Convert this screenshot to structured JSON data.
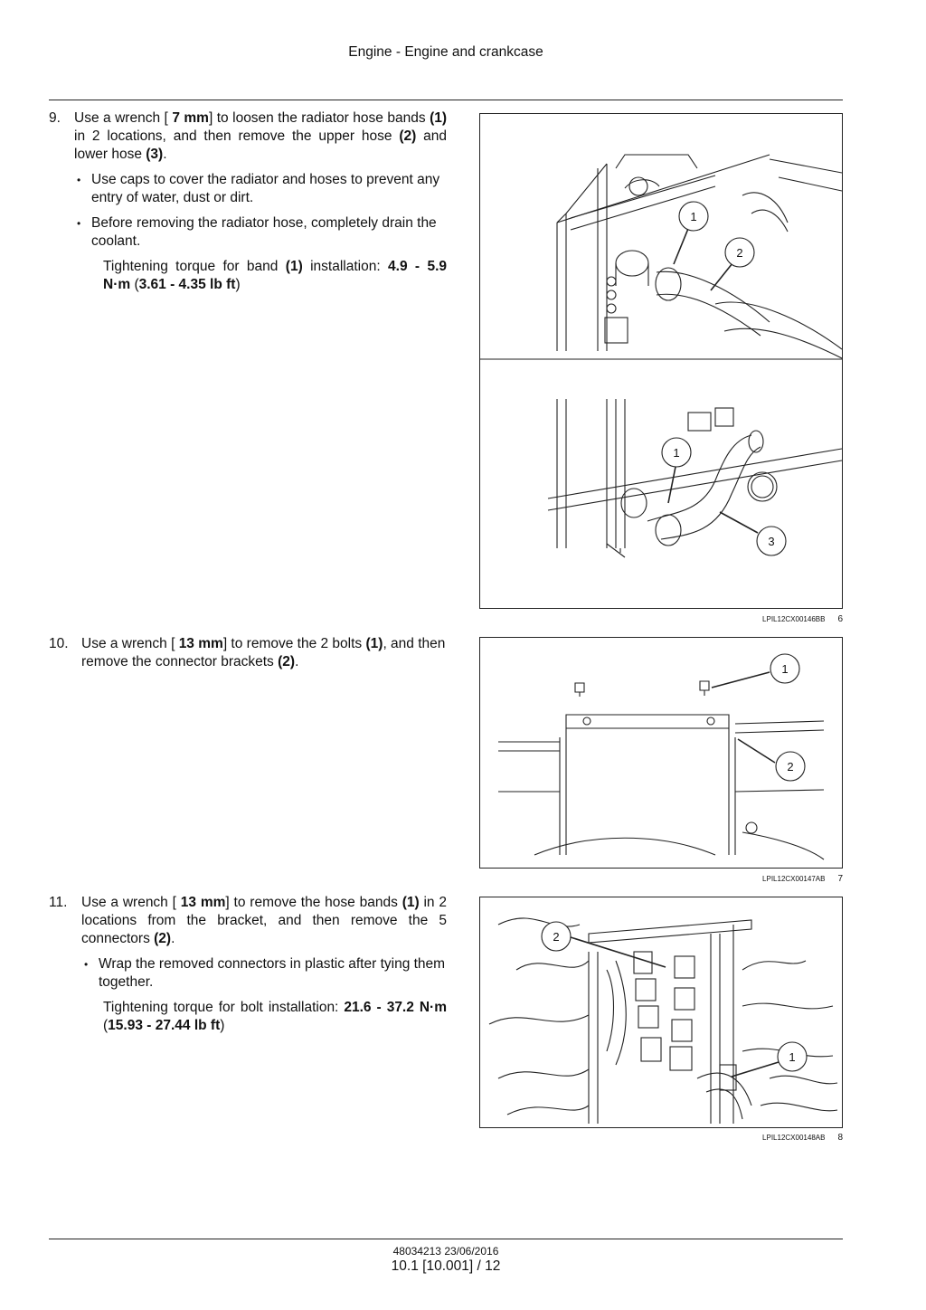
{
  "header": {
    "title": "Engine - Engine and crankcase"
  },
  "steps": [
    {
      "number": "9.",
      "text_1": "Use a wrench [ ",
      "size": "7 mm",
      "text_2": "] to loosen the radiator hose bands ",
      "ref_1": "(1)",
      "text_3": " in 2 locations, and then remove the upper hose ",
      "ref_2": "(2)",
      "text_4": " and lower hose ",
      "ref_3": "(3)",
      "text_5": ".",
      "bullets": [
        "Use caps to cover the radiator and hoses to prevent any entry of water, dust or dirt.",
        "Before removing the radiator hose, completely drain the coolant."
      ],
      "torque": {
        "text_1": "Tightening torque for band ",
        "ref": "(1)",
        "text_2": " installation: ",
        "value": "4.9 - 5.9 N·m",
        "text_3": " (",
        "imperial": "3.61 - 4.35 lb ft",
        "text_4": ")"
      }
    },
    {
      "number": "10.",
      "text_1": "Use a wrench [ ",
      "size": "13 mm",
      "text_2": "] to remove the 2 bolts ",
      "ref_1": "(1)",
      "text_3": ", and then remove the connector brackets ",
      "ref_2": "(2)",
      "text_4": "."
    },
    {
      "number": "11.",
      "text_1": "Use a wrench [ ",
      "size": "13 mm",
      "text_2": "] to remove the hose bands ",
      "ref_1": "(1)",
      "text_3": " in 2 locations from the bracket, and then remove the 5 connectors ",
      "ref_2": "(2)",
      "text_4": ".",
      "bullets": [
        "Wrap the removed connectors in plastic after tying them together."
      ],
      "torque": {
        "text_1": "Tightening torque for bolt installation: ",
        "value": "21.6 - 37.2 N·m",
        "text_2": " (",
        "imperial": "15.93 - 27.44 lb ft",
        "text_3": ")"
      }
    }
  ],
  "figures": [
    {
      "id": "LPIL12CX00146BB",
      "number": "6",
      "callouts": [
        "1",
        "2",
        "1",
        "3"
      ]
    },
    {
      "id": "LPIL12CX00147AB",
      "number": "7",
      "callouts": [
        "1",
        "2"
      ]
    },
    {
      "id": "LPIL12CX00148AB",
      "number": "8",
      "callouts": [
        "2",
        "1"
      ]
    }
  ],
  "footer": {
    "doc_ref": "48034213 23/06/2016",
    "page": "10.1 [10.001] / 12"
  },
  "colors": {
    "line": "#222222",
    "background": "#ffffff"
  }
}
